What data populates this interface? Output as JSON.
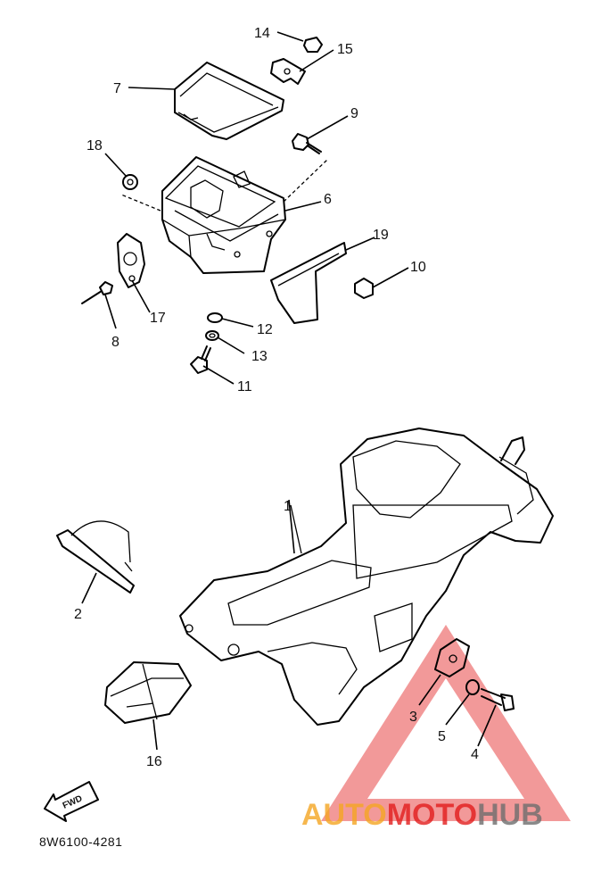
{
  "diagram": {
    "labels": [
      "14",
      "15",
      "7",
      "9",
      "18",
      "6",
      "19",
      "10",
      "17",
      "8",
      "12",
      "13",
      "11",
      "1",
      "2",
      "3",
      "5",
      "4",
      "16"
    ],
    "fwd_text": "FWD",
    "part_code": "8W6100-4281"
  },
  "watermark": {
    "word_part1": "AUTO",
    "word_part2": "MOTO",
    "word_part3": "HUB",
    "colors": {
      "red": "#e31d1d",
      "orange": "#f5a623",
      "gray": "#6e6e6e"
    }
  }
}
